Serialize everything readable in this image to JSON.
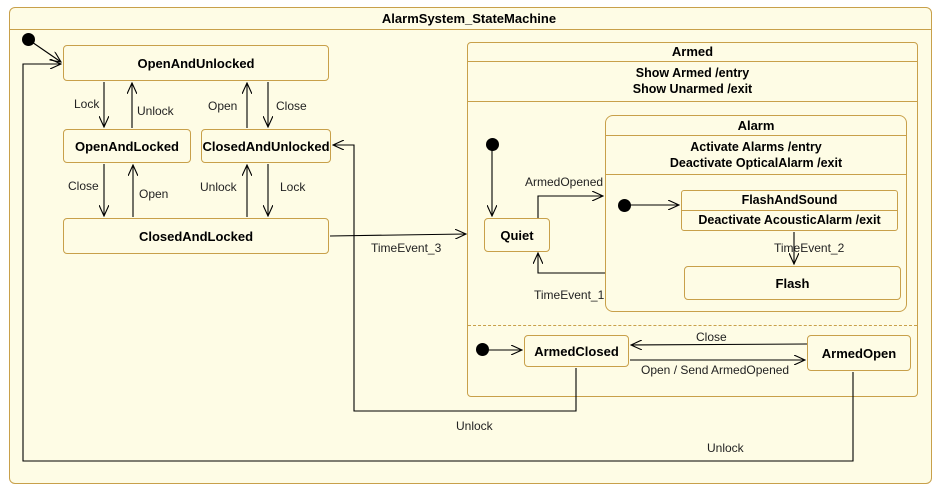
{
  "root": {
    "title": "AlarmSystem_StateMachine"
  },
  "states": {
    "open_unlocked": "OpenAndUnlocked",
    "open_locked": "OpenAndLocked",
    "closed_unlocked": "ClosedAndUnlocked",
    "closed_locked": "ClosedAndLocked",
    "quiet": "Quiet",
    "flash": "Flash",
    "armed_closed": "ArmedClosed",
    "armed_open": "ArmedOpen"
  },
  "armed": {
    "title": "Armed",
    "entry": "Show Armed /entry",
    "exit": "Show Unarmed /exit"
  },
  "alarm": {
    "title": "Alarm",
    "entry": "Activate Alarms /entry",
    "exit": "Deactivate OpticalAlarm /exit"
  },
  "flash_and_sound": {
    "title": "FlashAndSound",
    "exit": "Deactivate AcousticAlarm /exit"
  },
  "transitions": {
    "lock_1": "Lock",
    "unlock_1": "Unlock",
    "open_1": "Open",
    "close_1": "Close",
    "close_2": "Close",
    "open_2": "Open",
    "unlock_2": "Unlock",
    "lock_2": "Lock",
    "time_event_3": "TimeEvent_3",
    "armed_opened": "ArmedOpened",
    "time_event_1": "TimeEvent_1",
    "time_event_2": "TimeEvent_2",
    "close_armed": "Close",
    "open_send": "Open / Send ArmedOpened",
    "unlock_armed_closed": "Unlock",
    "unlock_armed_open": "Unlock"
  }
}
